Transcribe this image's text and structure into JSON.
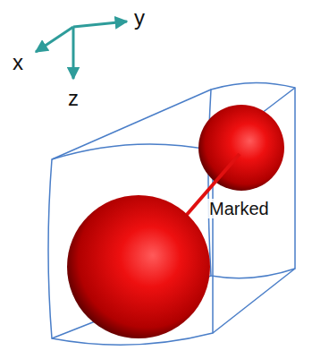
{
  "diagram": {
    "labels": [
      "x",
      "y",
      "z",
      "Marked"
    ]
  }
}
